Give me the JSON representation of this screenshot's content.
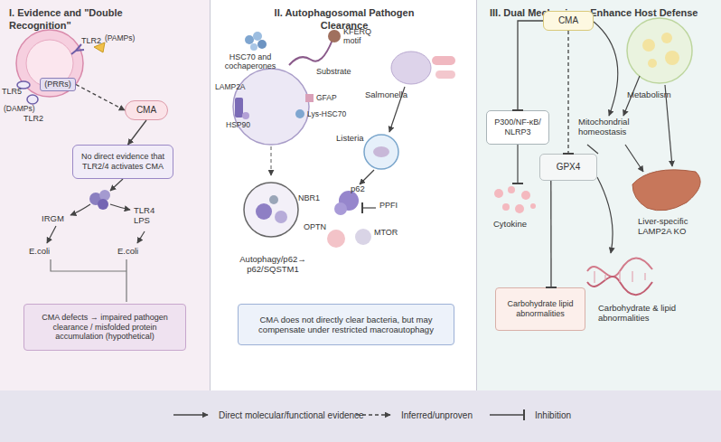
{
  "diagram": {
    "nodes": [
      {
        "text": [
          "I. Evidence and \"Double Recognition\""
        ]
      },
      {
        "text": [
          "(PRRs)"
        ],
        "in": 0
      },
      {
        "text": [
          "CMA"
        ],
        "in": 0
      },
      {
        "text": [
          "No direct evidence that TLR2/4 activates CMA"
        ],
        "in": 0
      },
      {
        "text": [
          "CMA defects → impaired pathogen clearance / misfolded protein accumulation (hypothetical)"
        ],
        "in": 0
      },
      {
        "text": [
          "II. Autophagosomal Pathogen Clearance"
        ]
      },
      {
        "text": [
          "CMA does not directly clear bacteria, but may compensate under restricted macroautophagy"
        ],
        "in": 5
      },
      {
        "text": [
          "III. Dual Mechanisms Enhance Host Defense"
        ]
      },
      {
        "text": [
          "CMA"
        ],
        "in": 7
      },
      {
        "text": [
          "P300/NF-κB/ NLRP3"
        ],
        "in": 7
      },
      {
        "text": [
          "GPX4"
        ],
        "in": 7
      },
      {
        "text": [
          "Carbohydrate lipid abnormalities"
        ],
        "in": 7
      }
    ],
    "edges": [
      {
        "from": 1,
        "to": 2,
        "arrow": "to"
      },
      {
        "from": 2,
        "to": 3,
        "arrow": "to"
      },
      {
        "from": 8,
        "to": 9,
        "arrow": "to"
      },
      {
        "from": 8,
        "to": 10,
        "arrow": "to"
      },
      {
        "from": 10,
        "to": 11,
        "arrow": "to"
      }
    ],
    "labels": [
      "TLR2",
      "(PAMPs)",
      "TLR5",
      "(DAMPs)",
      "TLR2",
      "IRGM",
      "TLR4 LPS",
      "E.coli",
      "E.coli",
      "HSC70 and cochaperones",
      "KFERQ motif",
      "Substrate",
      "LAMP2A",
      "GFAP",
      "Lys-HSC70",
      "HSP90",
      "Salmonella",
      "Listeria",
      "p62",
      "NBR1",
      "PPFI",
      "MTOR",
      "OPTN",
      "Autophagy/p62→ p62/SQSTM1",
      "Metabolism",
      "Mitochondrial homeostasis",
      "Cytokine",
      "Liver-specific LAMP2A KO",
      "Carbohydrate & lipid abnormalities"
    ],
    "legend": [
      {
        "text": "Direct molecular/functional evidence"
      },
      {
        "text": "Inferred/unproven"
      },
      {
        "text": "Inhibition"
      }
    ]
  }
}
